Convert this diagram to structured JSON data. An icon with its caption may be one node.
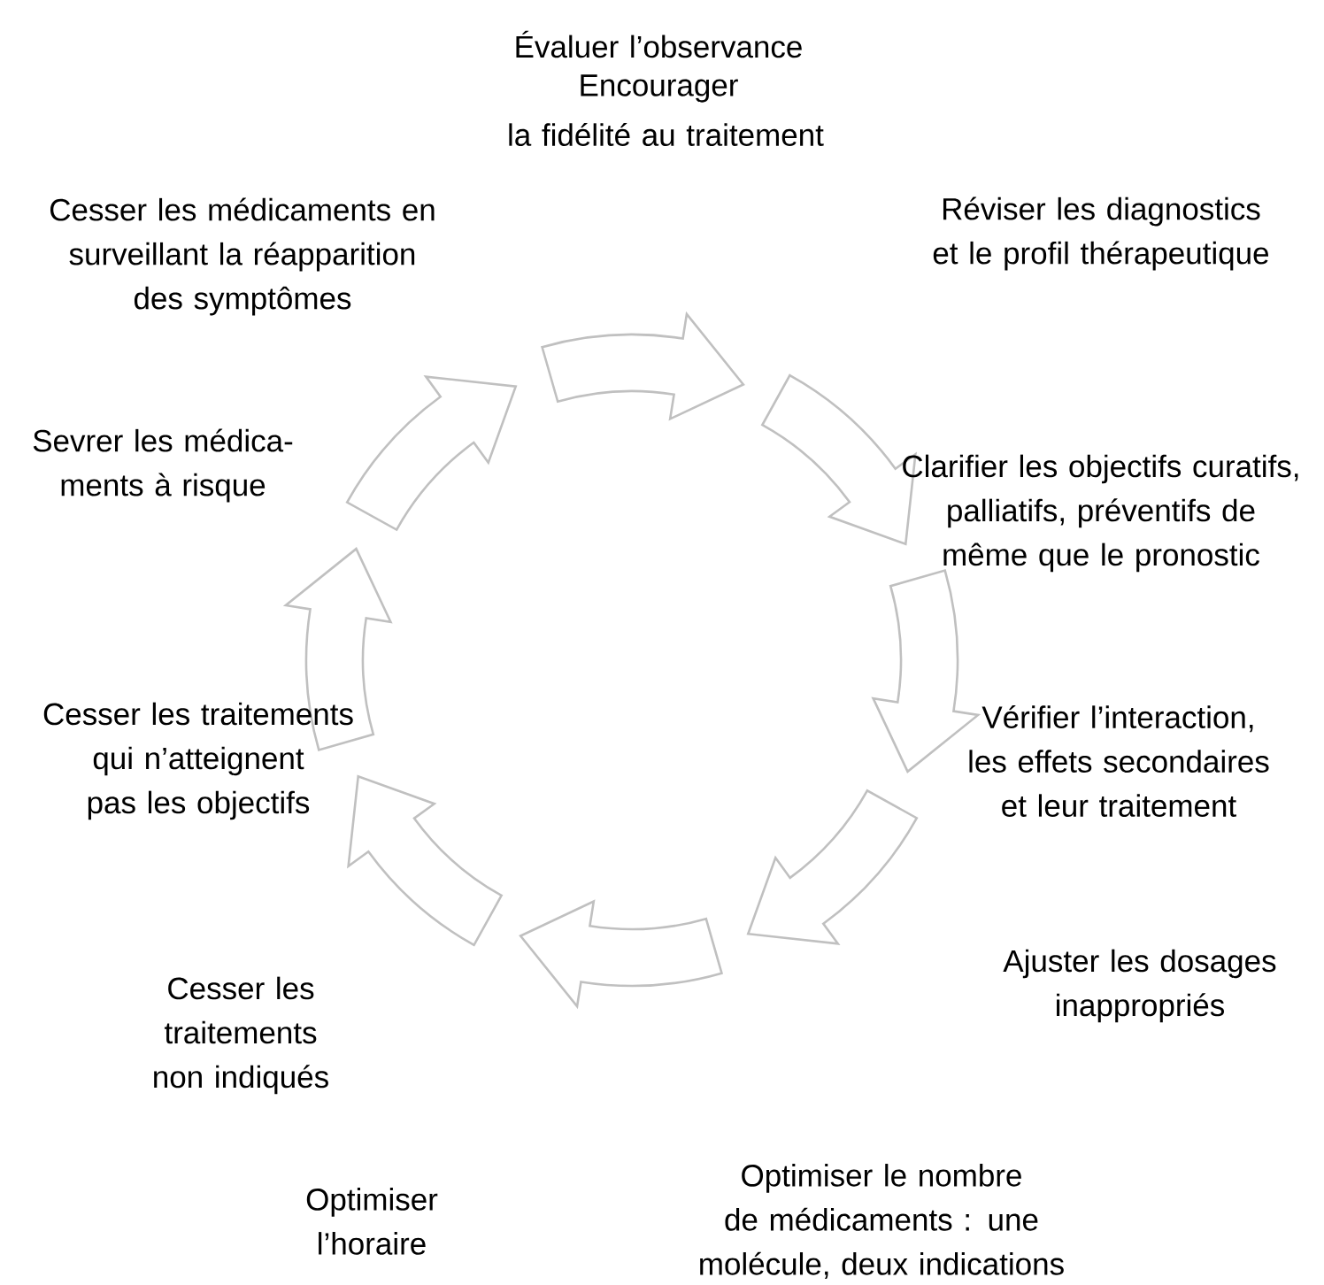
{
  "diagram": {
    "labels": [
      "Évaluer l’observance",
      "Encourager",
      "la fidélité au traitement",
      "Cesser les médicaments en surveillant la réapparition des symptômes",
      "Réviser les diagnostics et le profil thérapeutique",
      "Sevrer les médica-ments à risque",
      "Clarifier les objectifs curatifs, palliatifs, préventifs de même que le pronostic",
      "Cesser les traitements qui n’atteignent pas les objectifs",
      "Vérifier l’interaction, les effets secondaires et leur traitement",
      "Cesser les traitements non indiqués",
      "Ajuster les dosages inappropriés",
      "Optimiser l’horaire",
      "Optimiser le nombre de médicaments : une molécule, deux indications"
    ]
  }
}
